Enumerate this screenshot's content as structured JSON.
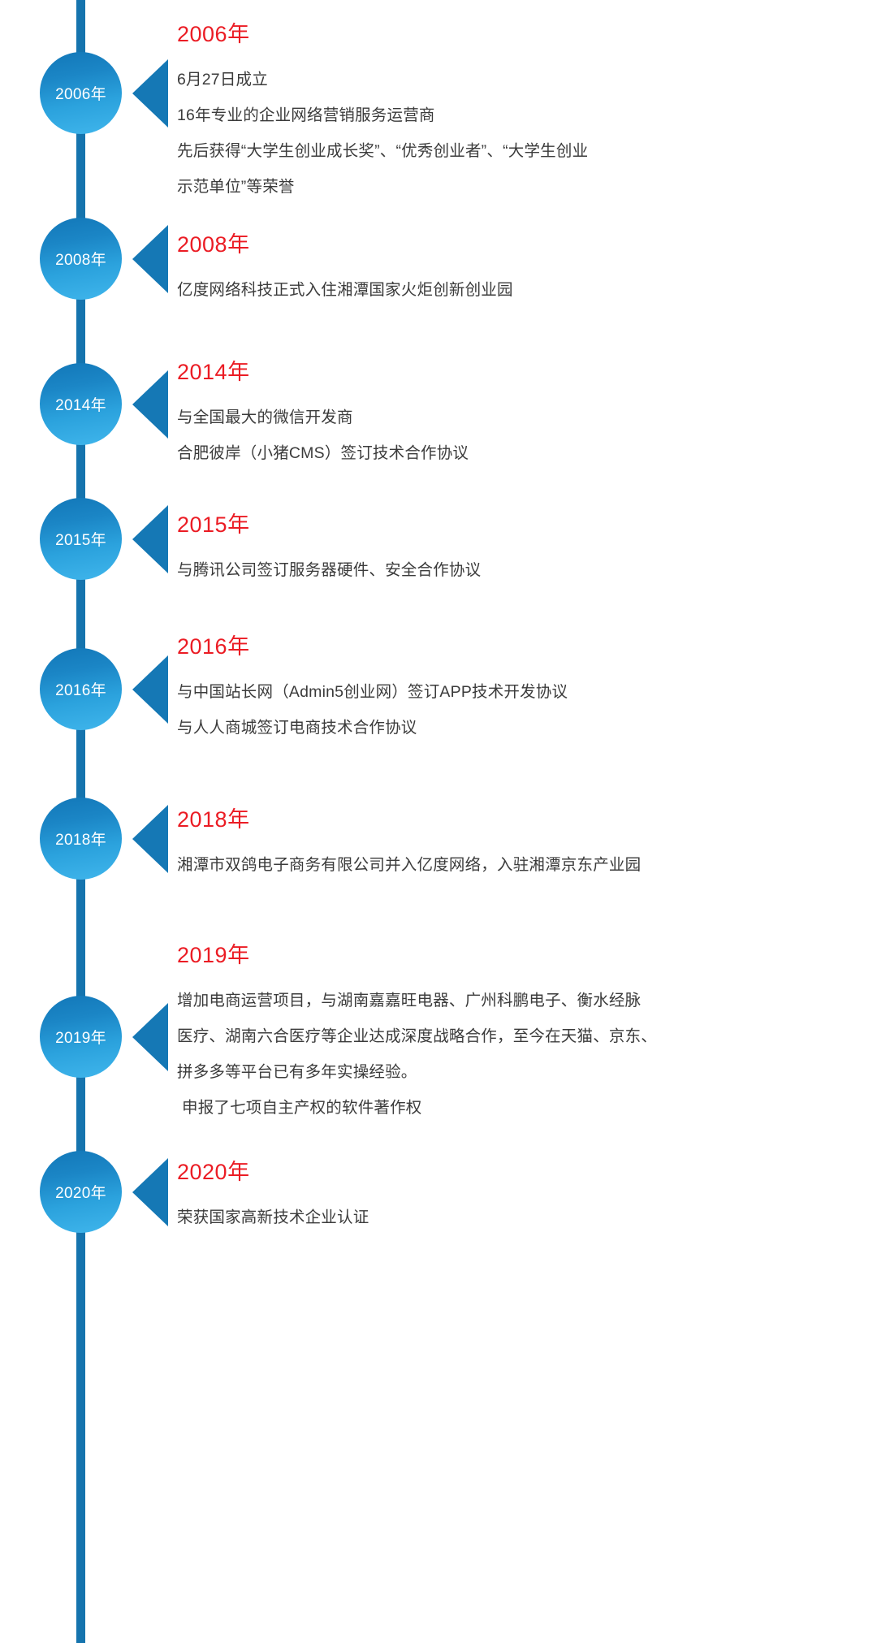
{
  "theme": {
    "spine_color": "#1574AE",
    "node_gradient_top": "#1277B8",
    "node_gradient_bottom": "#40B6EC",
    "arrow_color": "#1578B5",
    "year_heading_color": "#EB1C24",
    "body_text_color": "#3B3B3B",
    "node_label_color": "#FFFFFF",
    "background": "#FFFFFF"
  },
  "timeline": {
    "entries": [
      {
        "node_label": "2006年",
        "heading": "2006年",
        "lines": [
          "6月27日成立",
          "16年专业的企业网络营销服务运营商",
          "先后获得“大学生创业成长奖”、“优秀创业者”、“大学生创业",
          "示范单位”等荣誉"
        ]
      },
      {
        "node_label": "2008年",
        "heading": "2008年",
        "lines": [
          "亿度网络科技正式入住湘潭国家火炬创新创业园"
        ]
      },
      {
        "node_label": "2014年",
        "heading": "2014年",
        "lines": [
          "与全国最大的微信开发商",
          "合肥彼岸（小猪CMS）签订技术合作协议"
        ]
      },
      {
        "node_label": "2015年",
        "heading": "2015年",
        "lines": [
          "与腾讯公司签订服务器硬件、安全合作协议"
        ]
      },
      {
        "node_label": "2016年",
        "heading": "2016年",
        "lines": [
          "与中国站长网（Admin5创业网）签订APP技术开发协议",
          "与人人商城签订电商技术合作协议"
        ]
      },
      {
        "node_label": "2018年",
        "heading": "2018年",
        "lines": [
          "湘潭市双鸽电子商务有限公司并入亿度网络，入驻湘潭京东产业园"
        ]
      },
      {
        "node_label": "2019年",
        "heading": "2019年",
        "lines": [
          "增加电商运营项目，与湖南嘉嘉旺电器、广州科鹏电子、衡水经脉",
          "医疗、湖南六合医疗等企业达成深度战略合作，至今在天猫、京东、",
          "拼多多等平台已有多年实操经验。",
          "申报了七项自主产权的软件著作权"
        ]
      },
      {
        "node_label": "2020年",
        "heading": "2020年",
        "lines": [
          "荣获国家高新技术企业认证"
        ]
      }
    ]
  }
}
